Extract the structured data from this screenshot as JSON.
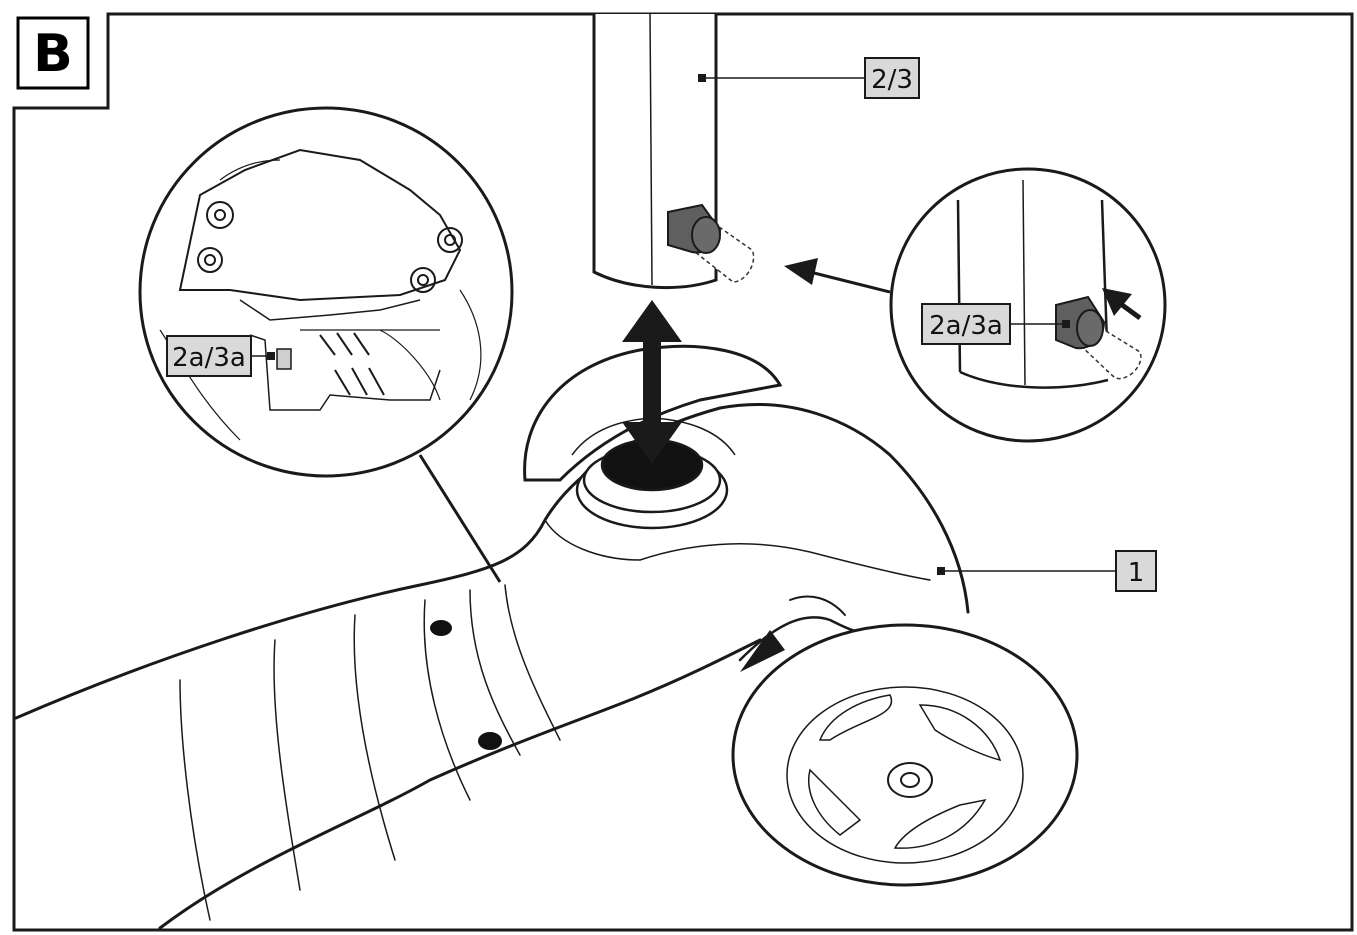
{
  "step_label": "B",
  "callouts": {
    "tube": "2/3",
    "deck": "1",
    "button_zoom": "2a/3a",
    "detail_zoom": "2a/3a"
  },
  "colors": {
    "line": "#1a1a1a",
    "label_fill": "#d9d9d9",
    "button_fill": "#5f5f5f",
    "hole_fill": "#111111"
  }
}
